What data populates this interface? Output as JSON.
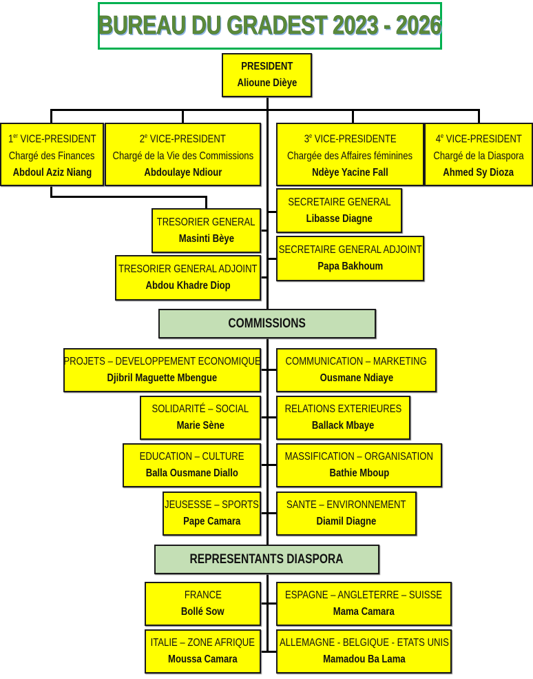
{
  "title": "BUREAU DU GRADEST 2023 - 2026",
  "president": {
    "role": "PRESIDENT",
    "name": "Alioune Dièye"
  },
  "vice_presidents": [
    {
      "num": "1",
      "sup": "er",
      "role": " VICE-PRESIDENT",
      "charge": "Chargé des Finances",
      "name": "Abdoul Aziz Niang"
    },
    {
      "num": "2",
      "sup": "e",
      "role": " VICE-PRESIDENT",
      "charge": "Chargé de la Vie des Commissions",
      "name": "Abdoulaye Ndiour"
    },
    {
      "num": "3",
      "sup": "e",
      "role": " VICE-PRESIDENTE",
      "charge": "Chargée des Affaires féminines",
      "name": "Ndèye Yacine Fall"
    },
    {
      "num": "4",
      "sup": "e",
      "role": " VICE-PRESIDENT",
      "charge": "Chargé de la Diaspora",
      "name": "Ahmed Sy Dioza"
    }
  ],
  "officers": {
    "tresorier": {
      "role": "TRESORIER GENERAL",
      "name": "Masinti Bèye"
    },
    "tresorier_adjoint": {
      "role": "TRESORIER GENERAL ADJOINT",
      "name": "Abdou Khadre Diop"
    },
    "secretaire": {
      "role": "SECRETAIRE GENERAL",
      "name": "Libasse Diagne"
    },
    "secretaire_adjoint": {
      "role": "SECRETAIRE GENERAL ADJOINT",
      "name": "Papa Bakhoum"
    }
  },
  "commissions": {
    "header": "COMMISSIONS",
    "items": [
      {
        "role": "PROJETS – DEVELOPPEMENT  ECONOMIQUE",
        "name": "Djibril Maguette Mbengue"
      },
      {
        "role": "COMMUNICATION – MARKETING",
        "name": "Ousmane Ndiaye"
      },
      {
        "role": "SOLIDARITÉ – SOCIAL",
        "name": "Marie Sène"
      },
      {
        "role": "RELATIONS EXTERIEURES",
        "name": "Ballack Mbaye"
      },
      {
        "role": "EDUCATION – CULTURE",
        "name": "Balla Ousmane Diallo"
      },
      {
        "role": "MASSIFICATION – ORGANISATION",
        "name": "Bathie Mboup"
      },
      {
        "role": "JEUSESSE – SPORTS",
        "name": "Pape Camara"
      },
      {
        "role": "SANTE – ENVIRONNEMENT",
        "name": "Diamil Diagne"
      }
    ]
  },
  "diaspora": {
    "header": "REPRESENTANTS DIASPORA",
    "items": [
      {
        "role": "FRANCE",
        "name": "Bollé Sow"
      },
      {
        "role": "ESPAGNE – ANGLETERRE – SUISSE",
        "name": "Mama Camara"
      },
      {
        "role": "ITALIE – ZONE AFRIQUE",
        "name": "Moussa Camara"
      },
      {
        "role": "ALLEMAGNE - BELGIQUE  - ETATS UNIS",
        "name": "Mamadou Ba Lama"
      }
    ]
  },
  "colors": {
    "box": "#ffff00",
    "header": "#c4dfb5",
    "title_border": "#00b050",
    "title_text": "#5b8a3a"
  }
}
